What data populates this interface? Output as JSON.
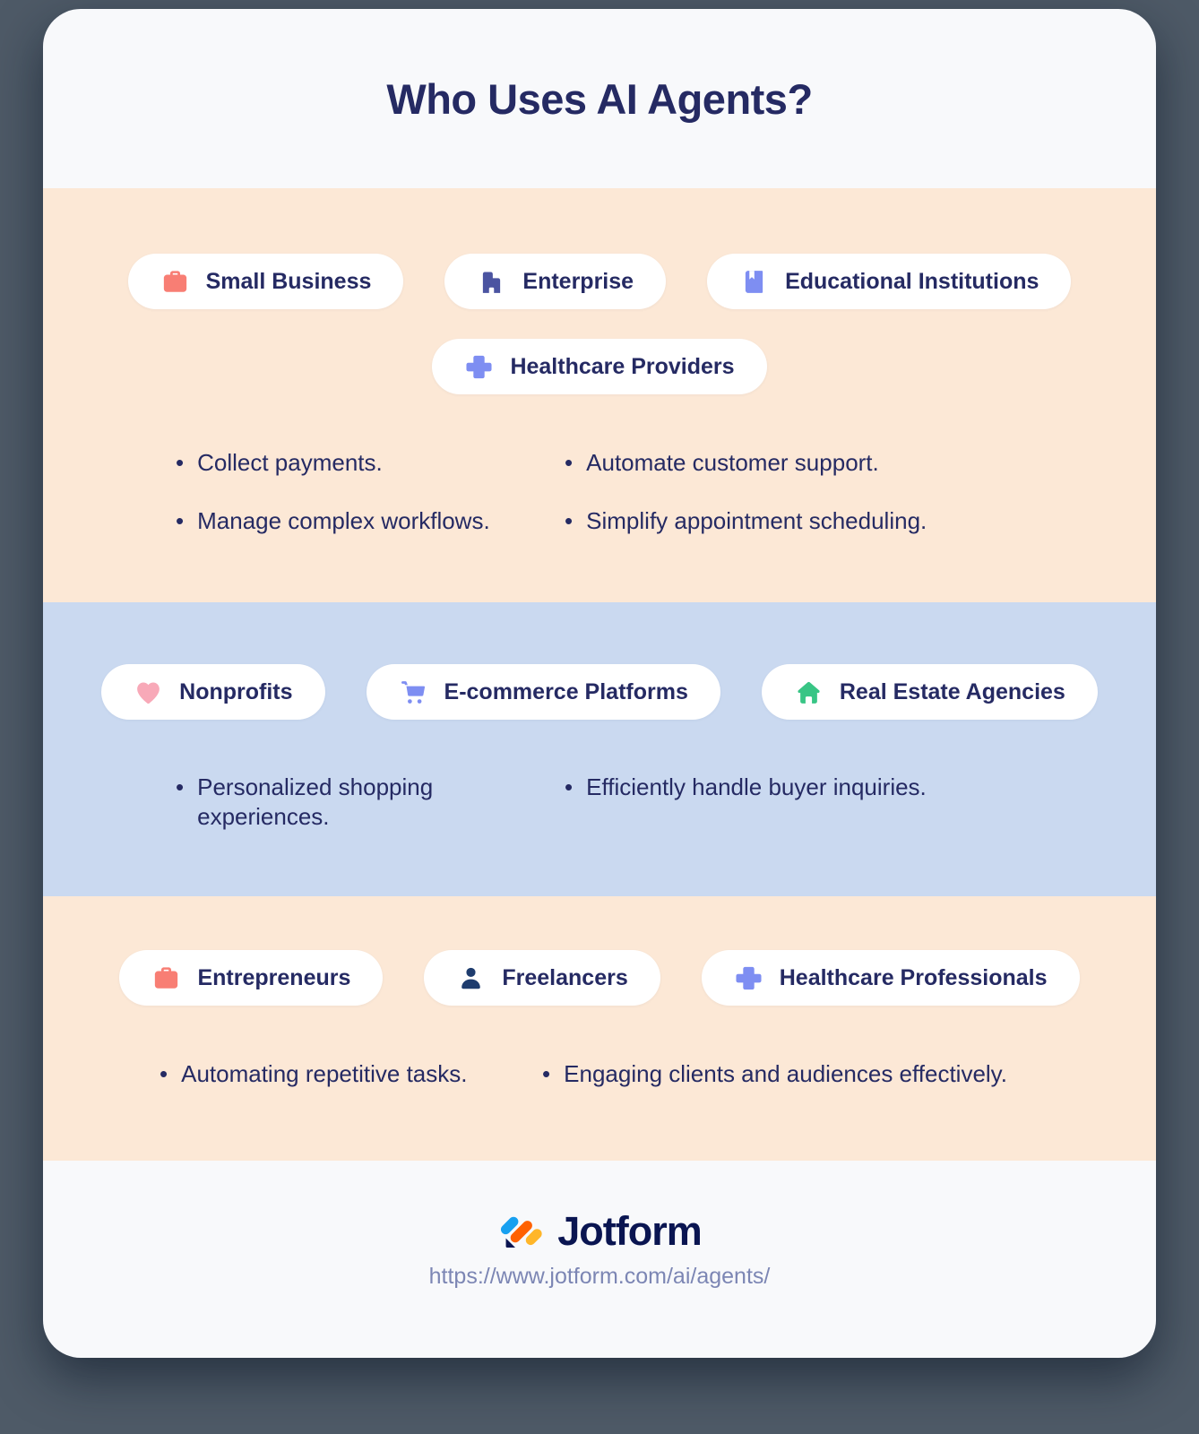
{
  "colors": {
    "outer_bg": "#4e5a67",
    "card_bg": "#f8f9fb",
    "peach_bg": "#fce8d6",
    "blue_bg": "#cad9f0",
    "navy_text": "#252a63",
    "brand_navy": "#0a1551",
    "url_text": "#7c86b4",
    "pill_bg": "#ffffff",
    "logo_blue": "#18a0f0",
    "logo_orange": "#ff6100",
    "logo_yellow": "#ffb629"
  },
  "title": "Who Uses AI Agents?",
  "sections": [
    {
      "name": "business-and-institutions",
      "pills": [
        {
          "label": "Small Business",
          "icon": "briefcase",
          "color": "#f87e74"
        },
        {
          "label": "Enterprise",
          "icon": "building",
          "color": "#4b54a1"
        },
        {
          "label": "Educational Institutions",
          "icon": "book",
          "color": "#7e8ef2"
        },
        {
          "label": "Healthcare Providers",
          "icon": "medical-cross",
          "color": "#7e8ef2"
        }
      ],
      "bullets_left": [
        "Collect payments.",
        "Manage complex workflows."
      ],
      "bullets_right": [
        "Automate customer support.",
        "Simplify appointment scheduling."
      ]
    },
    {
      "name": "commerce-and-services",
      "pills": [
        {
          "label": "Nonprofits",
          "icon": "heart",
          "color": "#f8a9b8"
        },
        {
          "label": "E-commerce Platforms",
          "icon": "cart",
          "color": "#7e8ef2"
        },
        {
          "label": "Real Estate Agencies",
          "icon": "home",
          "color": "#38c585"
        }
      ],
      "bullets_left": [
        "Personalized shopping experiences."
      ],
      "bullets_right": [
        "Efficiently handle buyer inquiries."
      ]
    },
    {
      "name": "individuals",
      "pills": [
        {
          "label": "Entrepreneurs",
          "icon": "briefcase",
          "color": "#f87e74"
        },
        {
          "label": "Freelancers",
          "icon": "person",
          "color": "#1e3c6e"
        },
        {
          "label": "Healthcare Professionals",
          "icon": "medical-cross",
          "color": "#7e8ef2"
        }
      ],
      "bullets_left": [
        "Automating repetitive tasks."
      ],
      "bullets_right": [
        "Engaging clients and audiences effectively."
      ]
    }
  ],
  "footer": {
    "brand": "Jotform",
    "url": "https://www.jotform.com/ai/agents/"
  }
}
